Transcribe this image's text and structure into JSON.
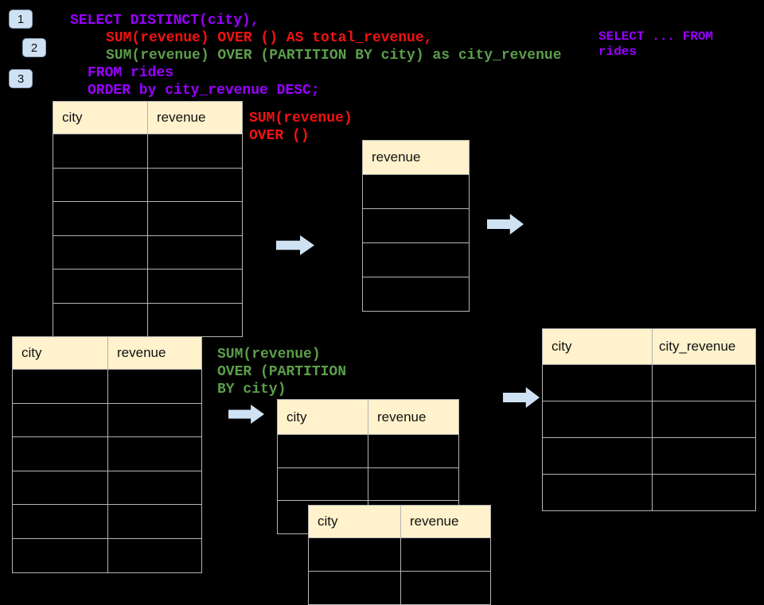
{
  "colors": {
    "background": "#000000",
    "purple": "#9900ff",
    "red": "#f21212",
    "green": "#5c9e4b",
    "table_header_bg": "#fff2cc",
    "table_border": "#b4b4b4",
    "arrow_fill": "#cfe2f3",
    "badge_bg": "#cfe2f3"
  },
  "badges": [
    {
      "label": "1"
    },
    {
      "label": "2"
    },
    {
      "label": "3"
    }
  ],
  "sql": {
    "lines": [
      {
        "text": "SELECT DISTINCT(city),",
        "color": "purple"
      },
      {
        "text": "SUM(revenue) OVER () AS total_revenue,",
        "color": "red"
      },
      {
        "text": "SUM(revenue) OVER (PARTITION BY city) as city_revenue",
        "color": "green"
      },
      {
        "text": "FROM rides",
        "color": "purple"
      },
      {
        "text": "ORDER by city_revenue DESC;",
        "color": "purple"
      }
    ]
  },
  "side_note": {
    "line1": "SELECT ... FROM",
    "line2": "rides"
  },
  "annotations": {
    "total_label": {
      "line1": "SUM(revenue)",
      "line2": "OVER ()"
    },
    "partition_label": {
      "line1": "SUM(revenue)",
      "line2": "OVER (PARTITION",
      "line3": "BY city)"
    }
  },
  "tables": {
    "source_top": {
      "columns": [
        "city",
        "revenue"
      ],
      "row_count": 6
    },
    "total": {
      "columns": [
        "revenue"
      ],
      "row_count": 4
    },
    "source_bottom": {
      "columns": [
        "city",
        "revenue"
      ],
      "row_count": 6
    },
    "partition_a": {
      "columns": [
        "city",
        "revenue"
      ],
      "row_count": 3
    },
    "partition_b": {
      "columns": [
        "city",
        "revenue"
      ],
      "row_count": 2
    },
    "result": {
      "columns": [
        "city",
        "city_revenue"
      ],
      "row_count": 4
    }
  },
  "icons": [
    "arrow-right-icon",
    "arrow-right-icon",
    "arrow-right-icon",
    "arrow-right-icon"
  ]
}
